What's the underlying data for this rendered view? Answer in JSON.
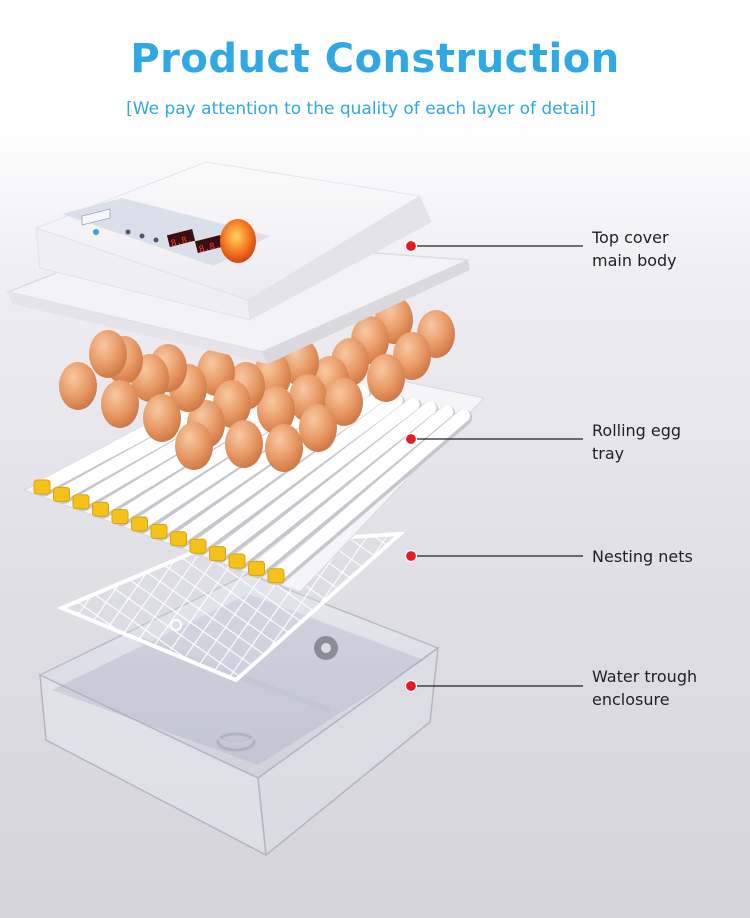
{
  "title": "Product Construction",
  "subtitle": "[We pay attention to the quality of each layer of detail]",
  "colors": {
    "title": "#2fa8e3",
    "callout_dot": "#e31b23",
    "egg": "#e89a66",
    "tray_gear": "#f4c21b"
  },
  "components": [
    {
      "lines": [
        "Top cover",
        "main body"
      ]
    },
    {
      "lines": [
        "Rolling egg",
        "tray"
      ]
    },
    {
      "lines": [
        "Nesting nets"
      ]
    },
    {
      "lines": [
        "Water trough",
        "enclosure"
      ]
    }
  ]
}
